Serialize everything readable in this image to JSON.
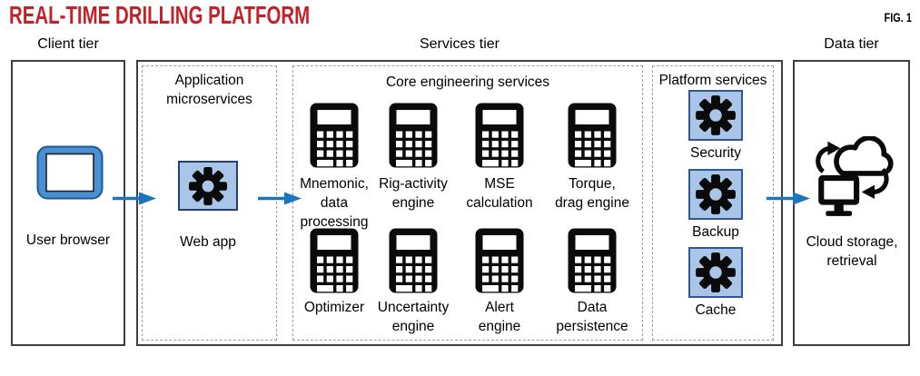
{
  "title": "REAL-TIME DRILLING PLATFORM",
  "figure_label": "FIG. 1",
  "colors": {
    "title_red": "#c1232b",
    "arrow_blue": "#1b75bc",
    "panel_blue_fill": "#a9c6e8",
    "panel_blue_border": "#31598f",
    "tablet_fill": "#4a90d2",
    "tablet_border": "#1a5a96",
    "icon_black": "#0a0a0a"
  },
  "tiers": {
    "client": {
      "label": "Client tier",
      "item": {
        "icon": "browser-tablet-icon",
        "label": "User browser"
      }
    },
    "services": {
      "label": "Services tier",
      "groups": {
        "application": {
          "header": "Application\nmicroservices",
          "item": {
            "icon": "gear-icon",
            "label": "Web app"
          }
        },
        "core": {
          "header": "Core engineering services",
          "items": [
            {
              "icon": "calculator-icon",
              "label": "Mnemonic,\ndata\nprocessing"
            },
            {
              "icon": "calculator-icon",
              "label": "Rig-activity\nengine"
            },
            {
              "icon": "calculator-icon",
              "label": "MSE\ncalculation"
            },
            {
              "icon": "calculator-icon",
              "label": "Torque,\ndrag engine"
            },
            {
              "icon": "calculator-icon",
              "label": "Optimizer"
            },
            {
              "icon": "calculator-icon",
              "label": "Uncertainty\nengine"
            },
            {
              "icon": "calculator-icon",
              "label": "Alert\nengine"
            },
            {
              "icon": "calculator-icon",
              "label": "Data\npersistence"
            }
          ]
        },
        "platform": {
          "header": "Platform services",
          "items": [
            {
              "icon": "gear-icon",
              "label": "Security"
            },
            {
              "icon": "gear-icon",
              "label": "Backup"
            },
            {
              "icon": "gear-icon",
              "label": "Cache"
            }
          ]
        }
      }
    },
    "data": {
      "label": "Data tier",
      "item": {
        "icon": "cloud-sync-icon",
        "label": "Cloud storage,\nretrieval"
      }
    }
  },
  "arrows": [
    {
      "from": "user-browser",
      "to": "web-app"
    },
    {
      "from": "web-app",
      "to": "core-engineering-services"
    },
    {
      "from": "platform-services",
      "to": "cloud-storage-retrieval"
    }
  ]
}
